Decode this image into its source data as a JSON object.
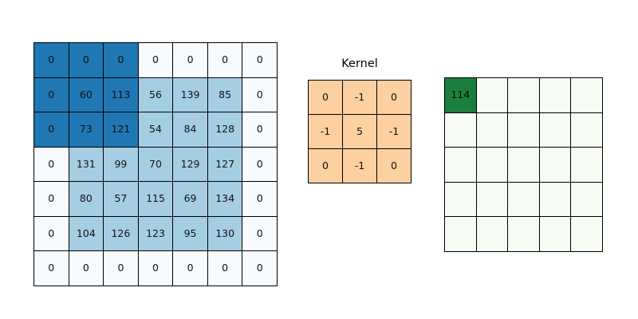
{
  "figure": {
    "type": "convolution-illustration",
    "background": "#ffffff"
  },
  "palette": {
    "input_empty": "#f7fbff",
    "input_light_blue": "#a6cee3",
    "input_highlight_blue": "#1f77b4",
    "kernel_fill": "#fdd0a2",
    "output_empty": "#f7fcf5",
    "output_filled_green": "#1b7e3c",
    "border": "#000000",
    "text": "#111111"
  },
  "input_matrix": {
    "label": "",
    "rows": 7,
    "cols": 7,
    "values": [
      [
        0,
        0,
        0,
        0,
        0,
        0,
        0
      ],
      [
        0,
        60,
        113,
        56,
        139,
        85,
        0
      ],
      [
        0,
        73,
        121,
        54,
        84,
        128,
        0
      ],
      [
        0,
        131,
        99,
        70,
        129,
        127,
        0
      ],
      [
        0,
        80,
        57,
        115,
        69,
        134,
        0
      ],
      [
        0,
        104,
        126,
        123,
        95,
        130,
        0
      ],
      [
        0,
        0,
        0,
        0,
        0,
        0,
        0
      ]
    ],
    "shades": [
      [
        "hl",
        "hl",
        "hl",
        "empty",
        "empty",
        "empty",
        "empty"
      ],
      [
        "hl",
        "hl",
        "hl",
        "light",
        "light",
        "light",
        "empty"
      ],
      [
        "hl",
        "hl",
        "hl",
        "light",
        "light",
        "light",
        "empty"
      ],
      [
        "empty",
        "light",
        "light",
        "light",
        "light",
        "light",
        "empty"
      ],
      [
        "empty",
        "light",
        "light",
        "light",
        "light",
        "light",
        "empty"
      ],
      [
        "empty",
        "light",
        "light",
        "light",
        "light",
        "light",
        "empty"
      ],
      [
        "empty",
        "empty",
        "empty",
        "empty",
        "empty",
        "empty",
        "empty"
      ]
    ],
    "highlight_window": {
      "row": 0,
      "col": 0,
      "size": 3
    }
  },
  "kernel": {
    "title": "Kernel",
    "rows": 3,
    "cols": 3,
    "values": [
      [
        0,
        -1,
        0
      ],
      [
        -1,
        5,
        -1
      ],
      [
        0,
        -1,
        0
      ]
    ]
  },
  "output_matrix": {
    "label": "",
    "rows": 5,
    "cols": 5,
    "values": [
      [
        "114",
        "",
        "",
        "",
        ""
      ],
      [
        "",
        "",
        "",
        "",
        ""
      ],
      [
        "",
        "",
        "",
        "",
        ""
      ],
      [
        "",
        "",
        "",
        "",
        ""
      ],
      [
        "",
        "",
        "",
        "",
        ""
      ]
    ],
    "filled": [
      [
        true,
        false,
        false,
        false,
        false
      ],
      [
        false,
        false,
        false,
        false,
        false
      ],
      [
        false,
        false,
        false,
        false,
        false
      ],
      [
        false,
        false,
        false,
        false,
        false
      ],
      [
        false,
        false,
        false,
        false,
        false
      ]
    ]
  },
  "chart_data": {
    "type": "heatmap",
    "title": "Kernel",
    "xlabel": "",
    "ylabel": "",
    "panels": [
      {
        "name": "input",
        "type": "heatmap",
        "rows": 7,
        "cols": 7,
        "values": [
          [
            0,
            0,
            0,
            0,
            0,
            0,
            0
          ],
          [
            0,
            60,
            113,
            56,
            139,
            85,
            0
          ],
          [
            0,
            73,
            121,
            54,
            84,
            128,
            0
          ],
          [
            0,
            131,
            99,
            70,
            129,
            127,
            0
          ],
          [
            0,
            80,
            57,
            115,
            69,
            134,
            0
          ],
          [
            0,
            104,
            126,
            123,
            95,
            130,
            0
          ],
          [
            0,
            0,
            0,
            0,
            0,
            0,
            0
          ]
        ],
        "colormap": "Blues"
      },
      {
        "name": "kernel",
        "type": "heatmap",
        "title": "Kernel",
        "rows": 3,
        "cols": 3,
        "values": [
          [
            0,
            -1,
            0
          ],
          [
            -1,
            5,
            -1
          ],
          [
            0,
            -1,
            0
          ]
        ],
        "colormap": "Oranges"
      },
      {
        "name": "output",
        "type": "heatmap",
        "rows": 5,
        "cols": 5,
        "values": [
          [
            114,
            null,
            null,
            null,
            null
          ],
          [
            null,
            null,
            null,
            null,
            null
          ],
          [
            null,
            null,
            null,
            null,
            null
          ],
          [
            null,
            null,
            null,
            null,
            null
          ],
          [
            null,
            null,
            null,
            null,
            null
          ]
        ],
        "colormap": "Greens"
      }
    ]
  }
}
